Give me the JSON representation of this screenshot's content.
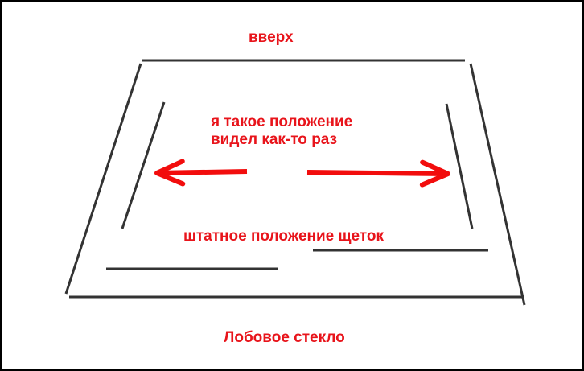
{
  "labels": {
    "top": "вверх",
    "seen_position_line1": "я такое положение",
    "seen_position_line2": "видел как-то раз",
    "stock_position": "штатное положение щеток",
    "windshield": "Лобовое стекло"
  },
  "colors": {
    "label_text": "#e8141b",
    "arrows": "#f20d0d",
    "lines": "#333333",
    "frame": "#000000",
    "background": "#ffffff"
  }
}
